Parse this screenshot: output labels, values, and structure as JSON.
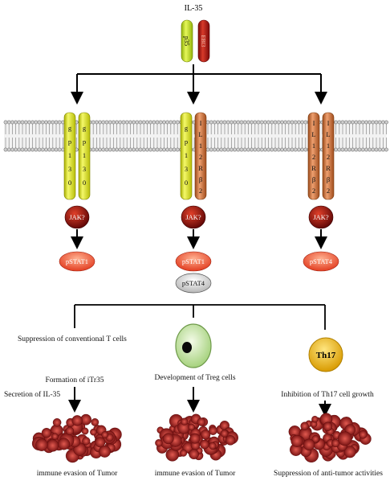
{
  "ligand": {
    "name": "IL-35",
    "subunit_p35": "p35",
    "subunit_ebi3": "EBI3"
  },
  "receptors": [
    {
      "chain1": "gp130",
      "chain2": "gp130",
      "kinase": "JAK?",
      "stat": "pSTAT1"
    },
    {
      "chain1": "gp130",
      "chain2": "IL12Rβ2",
      "kinase": "JAK?",
      "stat": "pSTAT1",
      "stat_secondary": "pSTAT4"
    },
    {
      "chain1": "IL12Rβ2",
      "chain2": "IL12Rβ2",
      "kinase": "JAK?",
      "stat": "pSTAT4"
    }
  ],
  "effects": {
    "left": {
      "line1": "Suppression  of conventional T cells",
      "line2": "Formation of iTr35",
      "line3": "Secretion of IL-35",
      "outcome": "immune evasion of Tumor"
    },
    "middle": {
      "line1": "Development of Treg cells",
      "outcome": "immune evasion of Tumor"
    },
    "right": {
      "cell_label": "Th17",
      "line1": "Inhibition of Th17 cell growth",
      "outcome": "Suppression of anti-tumor activities"
    }
  },
  "colors": {
    "gp130": "#e8ee1a",
    "il12r": "#d97a3c",
    "p35": "#c9e61a",
    "ebi3": "#b01818",
    "jak": "#8a0a0a",
    "pstat": "#e8452a",
    "pstat4_secondary": "#d8d8d8",
    "treg": "#c6e6a6",
    "th17": "#f0c21c",
    "tumor": "#a8282a"
  }
}
